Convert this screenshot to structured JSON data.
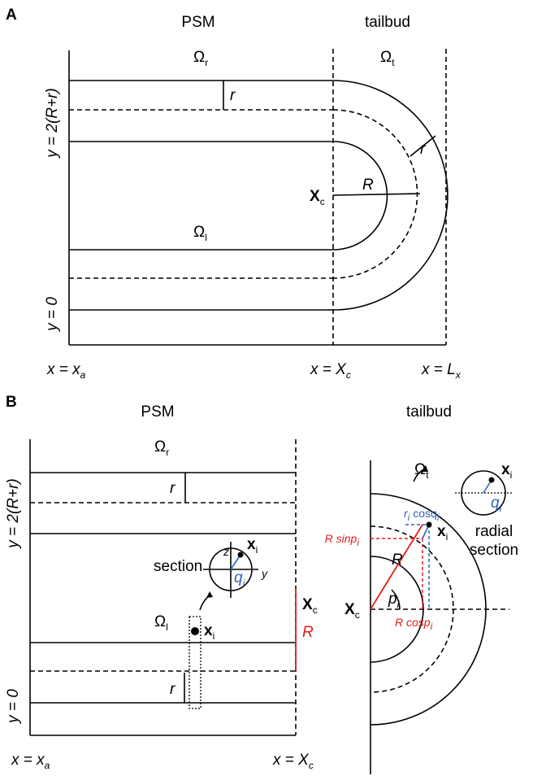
{
  "panel_a": {
    "label": "A",
    "header_psm": "PSM",
    "header_tailbud": "tailbud",
    "omega": "Ω",
    "omega_r_sub": "r",
    "omega_t_sub": "t",
    "omega_l_sub": "l",
    "r_label": "r",
    "R_label": "R",
    "xc_main": "X",
    "xc_sub": "c",
    "y_top_label": "y = 2(R+r)",
    "y_bottom_label": "y = 0",
    "x_a_main": "x = x",
    "x_a_sub": "a",
    "x_c_main": "x = X",
    "x_c_sub": "c",
    "x_l_main": "x = L",
    "x_l_sub": "x"
  },
  "panel_b": {
    "label": "B",
    "header_psm": "PSM",
    "header_tailbud": "tailbud",
    "omega": "Ω",
    "omega_r_sub": "r",
    "omega_l_sub": "l",
    "omega_t_sub": "t",
    "r_label": "r",
    "R_label": "R",
    "xc_main": "X",
    "xc_sub": "c",
    "xi_main": "x",
    "xi_sub": "i",
    "section_label": "section",
    "axis_z": "z",
    "axis_y": "y",
    "q_main": "q",
    "q_sub": "i",
    "p_main": "p",
    "p_sub": "i",
    "radial_line1": "radial",
    "radial_line2": "section",
    "r_cos_r": "r",
    "r_cos_i": "i",
    "r_cos_text": " cosq",
    "r_cos_i2": "i",
    "R_sin_text": "R sinp",
    "R_sin_sub": "i",
    "R_cos_text": "R cosp",
    "R_cos_sub": "i",
    "y_top_label": "y = 2(R+r)",
    "y_bottom_label": "y = 0",
    "x_a_main": "x = x",
    "x_a_sub": "a",
    "x_c_main": "x = X",
    "x_c_sub": "c"
  },
  "colors": {
    "red": "#e0201b",
    "blue": "#2f63b8"
  }
}
